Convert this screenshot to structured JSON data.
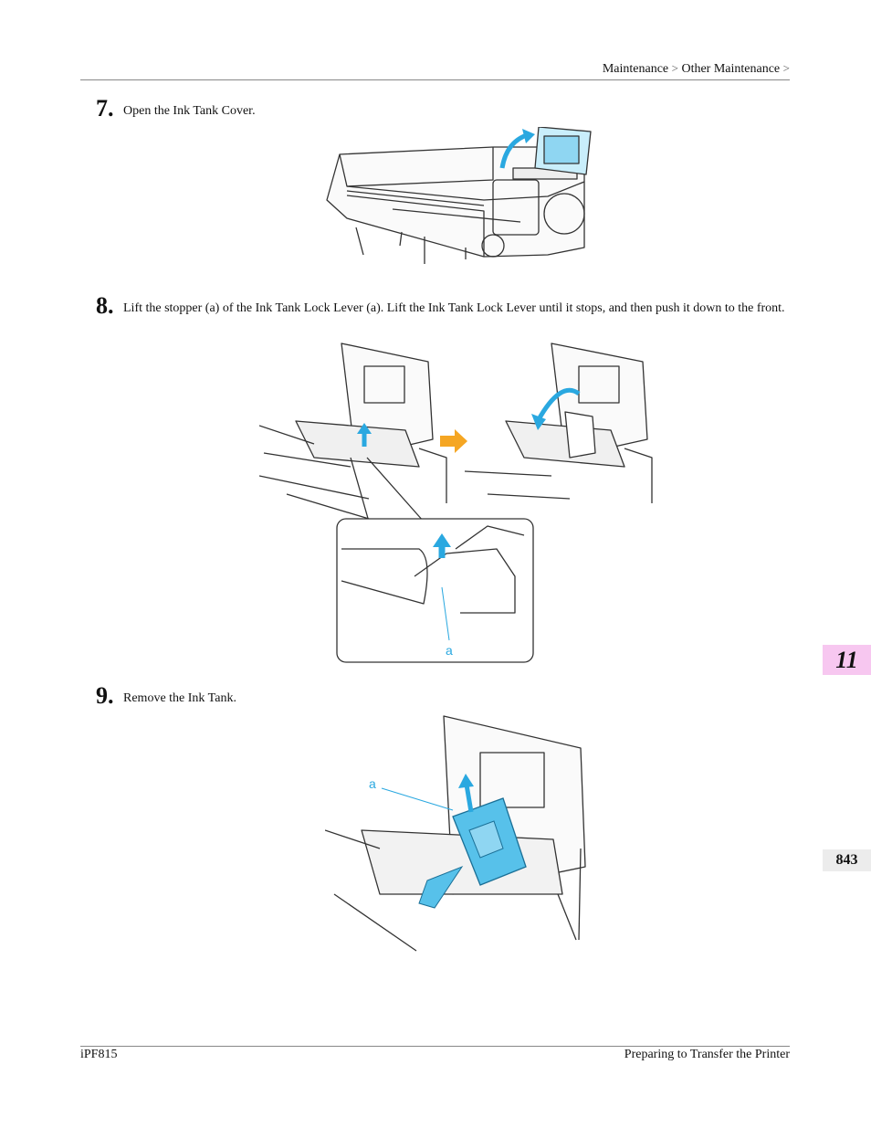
{
  "header": {
    "breadcrumb_1": "Maintenance",
    "breadcrumb_sep_1": ">",
    "breadcrumb_2": "Other Maintenance",
    "breadcrumb_sep_2": ">"
  },
  "steps": [
    {
      "number": "7.",
      "text": "Open the Ink Tank Cover."
    },
    {
      "number": "8.",
      "text": "Lift the stopper (a) of the Ink Tank Lock Lever (a). Lift the Ink Tank Lock Lever until it stops, and then push it down to the front."
    },
    {
      "number": "9.",
      "text": "Remove the Ink Tank."
    }
  ],
  "figures": {
    "fig8_callout_label": "a",
    "fig9_callout_label": "a"
  },
  "side_tabs": {
    "chapter": "11",
    "page": "843"
  },
  "footer": {
    "model": "iPF815",
    "section": "Preparing to Transfer the Printer"
  },
  "colors": {
    "accent_blue": "#2aa8e0",
    "arrow_orange": "#f5a623",
    "chapter_tab": "#f7c7f0"
  }
}
